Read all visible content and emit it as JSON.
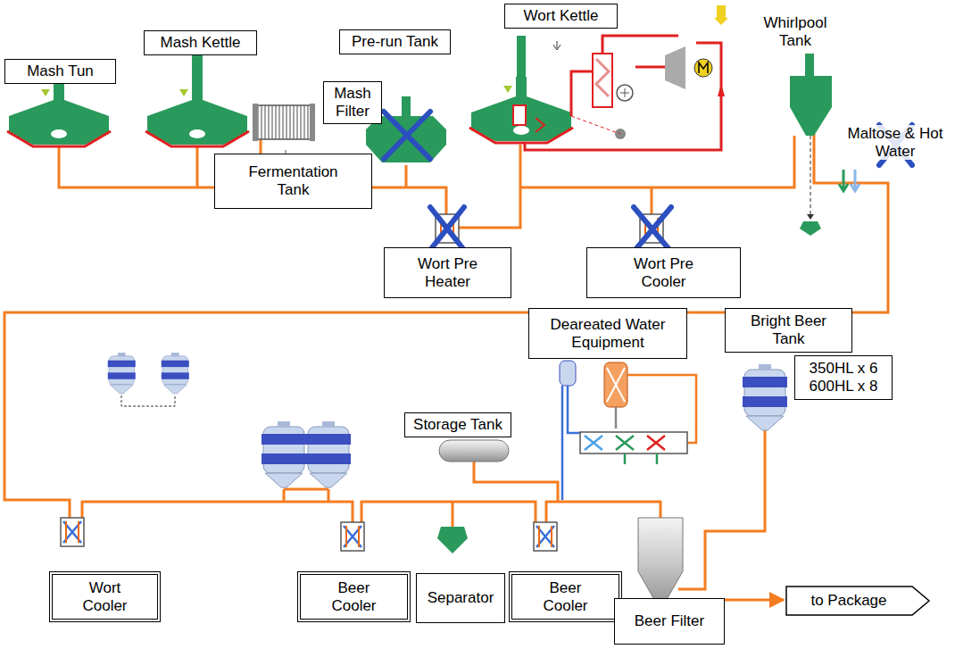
{
  "diagram": {
    "nodes": [
      {
        "text": [
          "Mash Tun"
        ]
      },
      {
        "text": [
          "Mash Kettle"
        ]
      },
      {
        "text": [
          "Mash Filter"
        ]
      },
      {
        "text": [
          "Pre-run Tank"
        ]
      },
      {
        "text": [
          "Wort Kettle"
        ]
      },
      {
        "text": [
          "Wort Pre Heater"
        ]
      },
      {
        "text": [
          "Wort Pre Cooler"
        ]
      },
      {
        "text": [
          "Fermentation Tank"
        ]
      },
      {
        "text": [
          "Deareated Water Equipment"
        ]
      },
      {
        "text": [
          "Bright Beer Tank"
        ]
      },
      {
        "text": [
          "350HL x 6 600HL x 8"
        ]
      },
      {
        "text": [
          "Storage Tank"
        ]
      },
      {
        "text": [
          "to Package"
        ]
      },
      {
        "text": [
          "Wort Cooler"
        ]
      },
      {
        "text": [
          "Beer Cooler"
        ]
      },
      {
        "text": [
          "Separator"
        ]
      },
      {
        "text": [
          "Beer Cooler"
        ]
      },
      {
        "text": [
          "Beer Filter"
        ]
      }
    ],
    "labels": [
      "Whirlpool Tank",
      "Maltose & Hot Water"
    ]
  }
}
